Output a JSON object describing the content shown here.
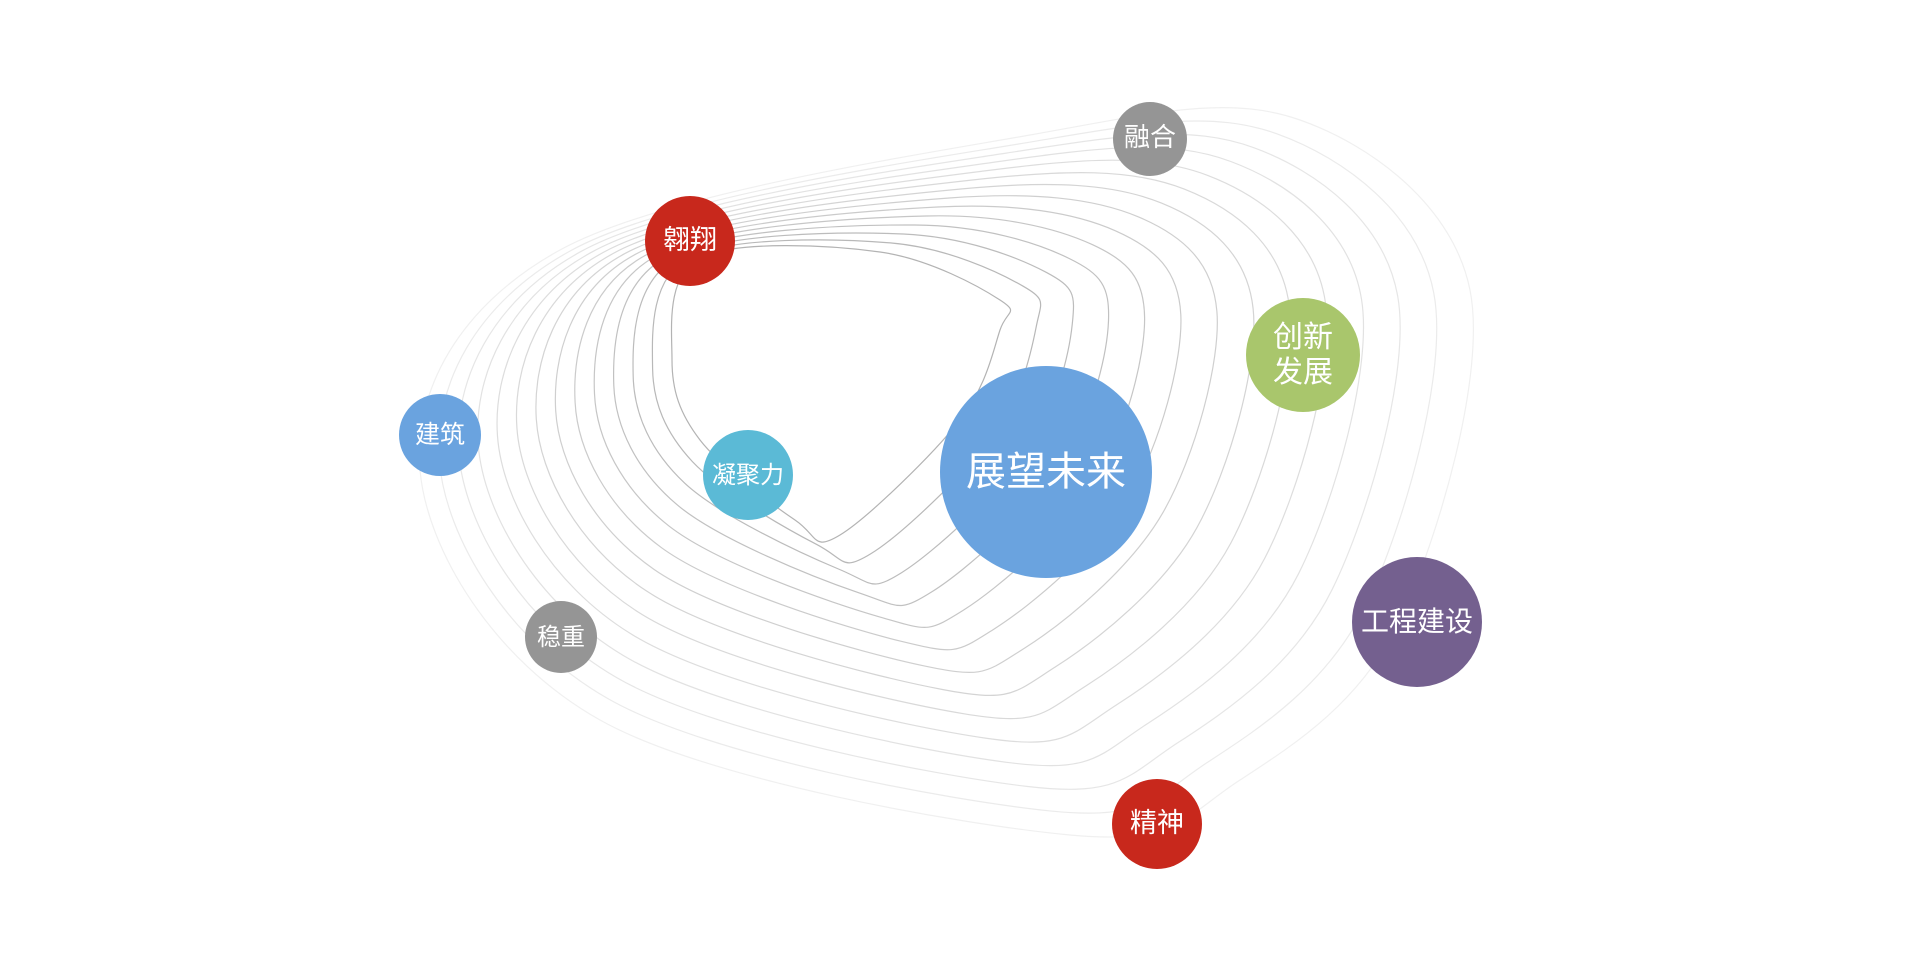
{
  "diagram": {
    "center": {
      "label": "展望未来",
      "color": "#6aa3df"
    },
    "nodes": [
      {
        "id": "rongh",
        "label": "融合",
        "color": "#959595"
      },
      {
        "id": "xiang",
        "label": "翱翔",
        "color": "#c8281c"
      },
      {
        "id": "chuang",
        "label_lines": [
          "创新",
          "发展"
        ],
        "color": "#a9c66c"
      },
      {
        "id": "jianzhu",
        "label": "建筑",
        "color": "#6aa3df"
      },
      {
        "id": "ningju",
        "label": "凝聚力",
        "color": "#5bbad6"
      },
      {
        "id": "wenzhong",
        "label": "稳重",
        "color": "#959595"
      },
      {
        "id": "gongcheng",
        "label": "工程建设",
        "color": "#74608f"
      },
      {
        "id": "jingshen",
        "label": "精神",
        "color": "#c8281c"
      }
    ],
    "ring_color": "#9a9a9a"
  }
}
